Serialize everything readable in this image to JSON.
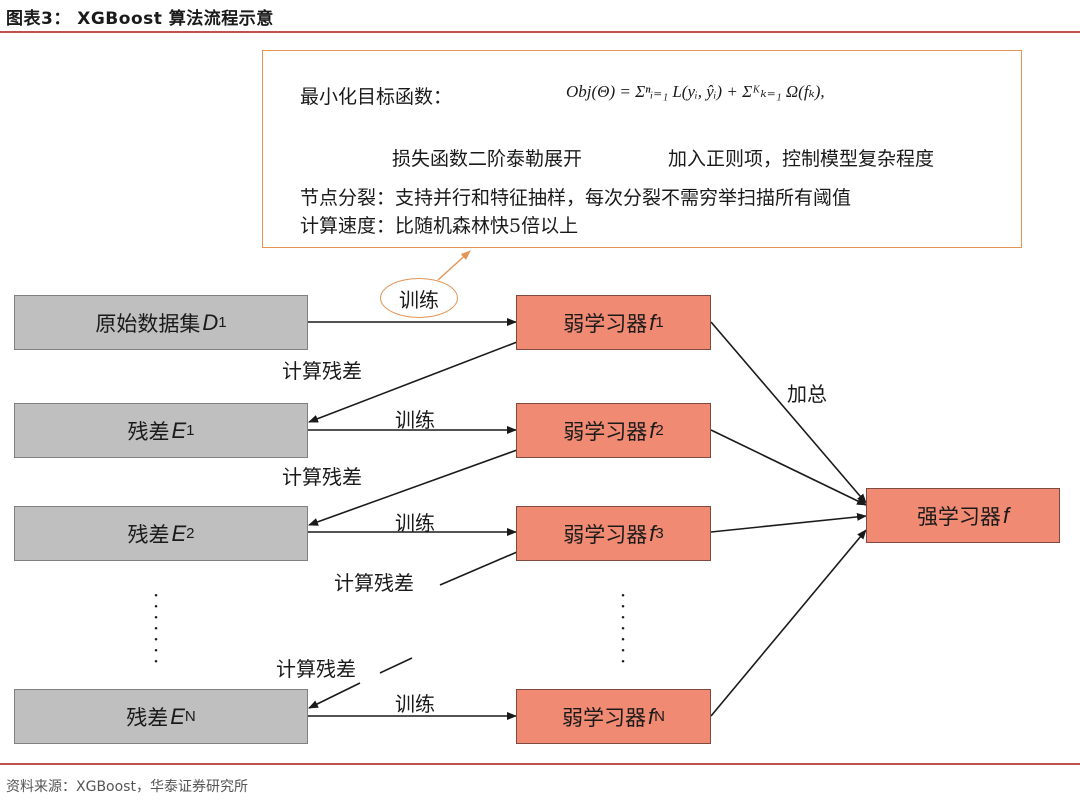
{
  "header": {
    "title": "图表3：  XGBoost 算法流程示意"
  },
  "note": {
    "objective_label": "最小化目标函数：",
    "formula": "Obj(Θ) = Σⁿᵢ₌₁ L(yᵢ, ŷᵢ) + Σᴷₖ₌₁ Ω(fₖ),",
    "left_branch": "损失函数二阶泰勒展开",
    "right_branch": "加入正则项，控制模型复杂程度",
    "line_split": "节点分裂：支持并行和特征抽样，每次分裂不需穷举扫描所有阈值",
    "line_speed": "计算速度：比随机森林快5倍以上"
  },
  "left_boxes": [
    {
      "text": "原始数据集",
      "sym": "D",
      "sub": "1"
    },
    {
      "text": "残差",
      "sym": "E",
      "sub": "1"
    },
    {
      "text": "残差",
      "sym": "E",
      "sub": "2"
    },
    {
      "text": "残差",
      "sym": "E",
      "sub": "N"
    }
  ],
  "weak_learners": [
    {
      "text": "弱学习器",
      "sym": "f",
      "sub": "1"
    },
    {
      "text": "弱学习器",
      "sym": "f",
      "sub": "2"
    },
    {
      "text": "弱学习器",
      "sym": "f",
      "sub": "3"
    },
    {
      "text": "弱学习器",
      "sym": "f",
      "sub": "N"
    }
  ],
  "strong_learner": {
    "text": "强学习器",
    "sym": "f"
  },
  "labels": {
    "train": "训练",
    "residual": "计算残差",
    "sum": "加总"
  },
  "colors": {
    "accent_line": "#c0504d",
    "note_border": "#e39456",
    "gray_box": "#bfbfbf",
    "red_box": "#f08a73"
  },
  "footer": {
    "source": "资料来源：XGBoost，华泰证券研究所"
  }
}
